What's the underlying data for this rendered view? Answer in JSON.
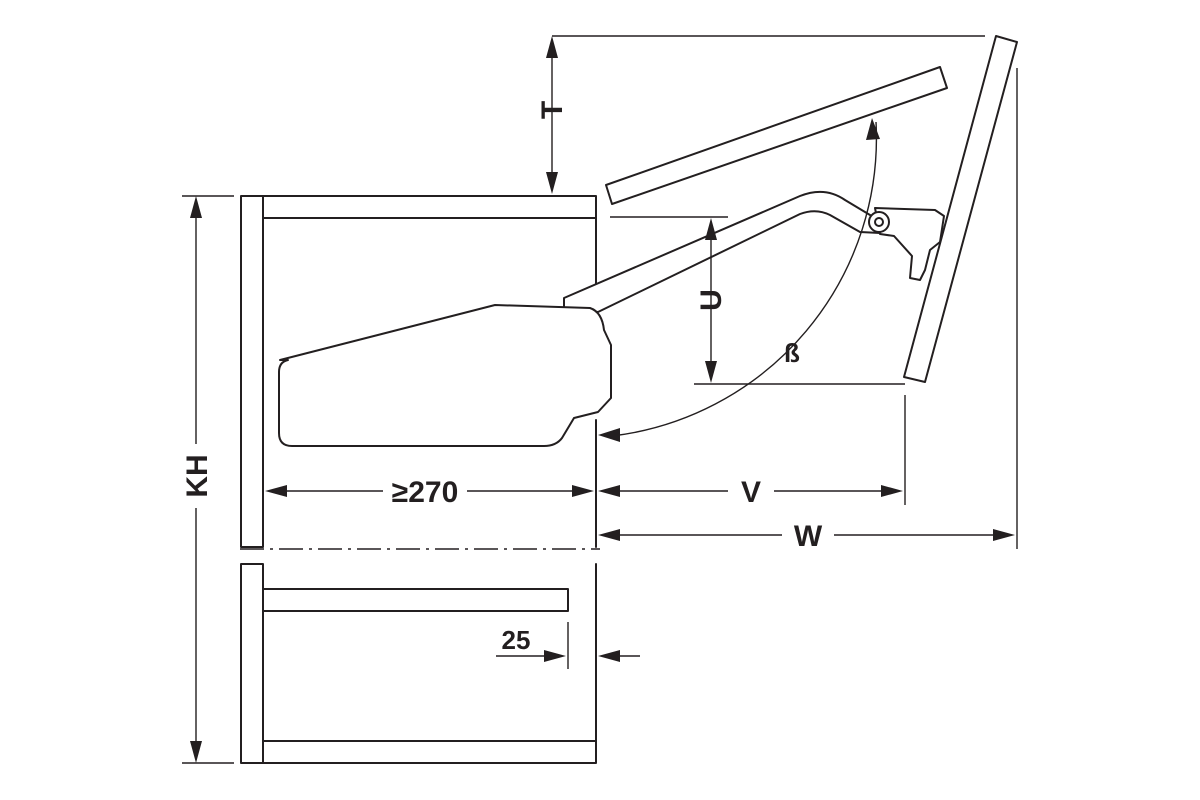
{
  "labels": {
    "T": "T",
    "U": "U",
    "beta": "ß",
    "KH": "KH",
    "min_depth": "≥270",
    "V": "V",
    "W": "W",
    "offset": "25"
  }
}
